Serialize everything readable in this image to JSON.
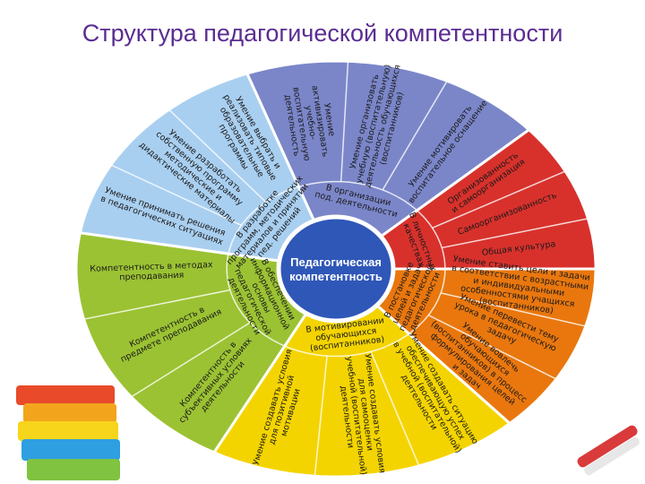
{
  "title": "Структура  педагогической компетентности",
  "center": {
    "line1": "Педагогическая",
    "line2": "компетентность"
  },
  "colors": {
    "title": "#5b2d91",
    "blue": "#7b86c9",
    "red": "#d8312c",
    "orange": "#e9770e",
    "yellow": "#f4d400",
    "green": "#9bc233",
    "lightblue": "#a9cff0",
    "center": "#2f57b8"
  },
  "sectors": [
    {
      "name": "organization",
      "color_key": "blue",
      "inner": [
        "В организации",
        "под. деятельности"
      ],
      "items": [
        [
          "Умение",
          "активизировать",
          "учебно-",
          "воспитательную",
          "деятельность"
        ],
        [
          "Умение организовать",
          "учебную (воспитательную)",
          "деятельность обучающихся",
          "(воспитанников)"
        ],
        [
          "Умение мотивировать",
          "воспитательное оснащение"
        ]
      ]
    },
    {
      "name": "personal",
      "color_key": "red",
      "inner": [
        "В личностных",
        "качествах"
      ],
      "items": [
        [
          "Организованность",
          "и самоорганизация"
        ],
        [
          "Самоорганизованность"
        ],
        [
          "Общая культура"
        ]
      ]
    },
    {
      "name": "goals",
      "color_key": "orange",
      "inner": [
        "В постановке",
        "целей и задач",
        "педагогической",
        "деятельности"
      ],
      "items": [
        [
          "Умение ставить цели и задачи",
          "в соответствии с возрастными",
          "и индивидуальными",
          "особенностями учащихся",
          "(воспитанников)"
        ],
        [
          "Умение перевести тему",
          "урока в педагогическую",
          "задачу"
        ],
        [
          "Умение вовлечь",
          "обучающихся",
          "(воспитанников) в процесс",
          "формулирования целей",
          "и задач"
        ]
      ]
    },
    {
      "name": "motivation",
      "color_key": "yellow",
      "inner": [
        "В мотивировании",
        "обучающихся",
        "(воспитанников)"
      ],
      "items": [
        [
          "Умение создавать ситуацию",
          "обеспечивающую успех",
          "в учебной (воспитательной)",
          "деятельности"
        ],
        [
          "Умение создавать условия",
          "для самооценки",
          "учебной (воспитательной)",
          "деятельности"
        ],
        [
          "Умение создавать условия",
          "для позитивной",
          "мотивации"
        ]
      ]
    },
    {
      "name": "information",
      "color_key": "green",
      "inner": [
        "В обеспечении",
        "информационной",
        "основы",
        "педагогической",
        "деятельности"
      ],
      "items": [
        [
          "Компетентность в",
          "субъективных условиях",
          "деятельности"
        ],
        [
          "Компетентность в",
          "предмете преподавания"
        ],
        [
          "Компетентность в методах",
          "преподавания"
        ]
      ]
    },
    {
      "name": "programs",
      "color_key": "lightblue",
      "inner": [
        "В разработке",
        "программ, методических",
        "материалов и принятии",
        "пед. решений"
      ],
      "items": [
        [
          "Умение принимать решения",
          "в педагогических ситуациях"
        ],
        [
          "Умение разработать",
          "собственную программу",
          "методические и",
          "дидактические материалы"
        ],
        [
          "Умение выбрать и",
          "реализовать типовые",
          "образовательные",
          "программы"
        ]
      ]
    }
  ]
}
